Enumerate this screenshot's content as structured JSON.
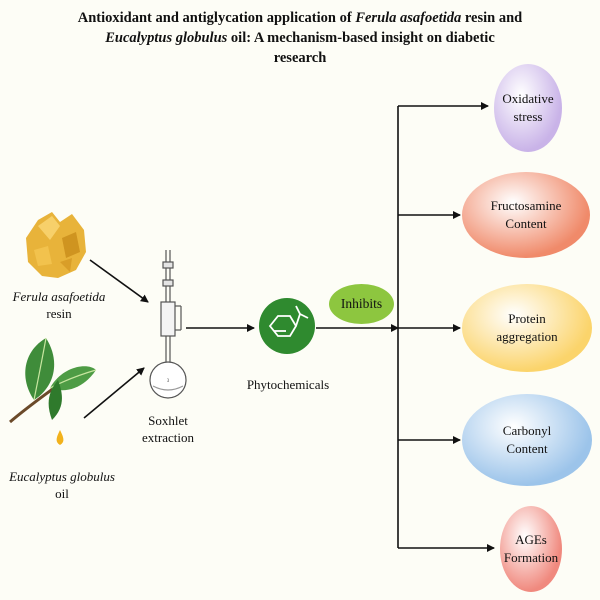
{
  "title": {
    "line1_prefix": "Antioxidant and antiglycation application of ",
    "line1_italic": "Ferula asafoetida",
    "line1_suffix": " resin and",
    "line2_italic": "Eucalyptus globulus",
    "line2_suffix": " oil: A mechanism-based insight on diabetic",
    "line3": "research"
  },
  "sources": {
    "ferula": {
      "name": "Ferula asafoetida",
      "part": "resin"
    },
    "eucalyptus": {
      "name": "Eucalyptus globulus",
      "part": "oil"
    }
  },
  "extraction": {
    "line1": "Soxhlet",
    "line2": "extraction"
  },
  "phytochemicals": {
    "label": "Phytochemicals"
  },
  "inhibits": {
    "label": "Inhibits"
  },
  "targets": [
    {
      "line1": "Oxidative",
      "line2": "stress",
      "color": "#c9b3e8"
    },
    {
      "line1": "Fructosamine",
      "line2": "Content",
      "color": "#f08a6a"
    },
    {
      "line1": "Protein",
      "line2": "aggregation",
      "color": "#fbd46b"
    },
    {
      "line1": "Carbonyl",
      "line2": "Content",
      "color": "#9cc4ea"
    },
    {
      "line1": "AGEs",
      "line2": "Formation",
      "color": "#f0897e"
    }
  ],
  "colors": {
    "resin": "#e8b33a",
    "leaf": "#3f8c3a",
    "phytochemical_circle": "#2f8a2f",
    "inhibits": "#8dc63f",
    "arrow": "#111111"
  },
  "icons": [
    "resin-icon",
    "eucalyptus-leaf-icon",
    "soxhlet-apparatus-icon",
    "molecule-icon"
  ]
}
